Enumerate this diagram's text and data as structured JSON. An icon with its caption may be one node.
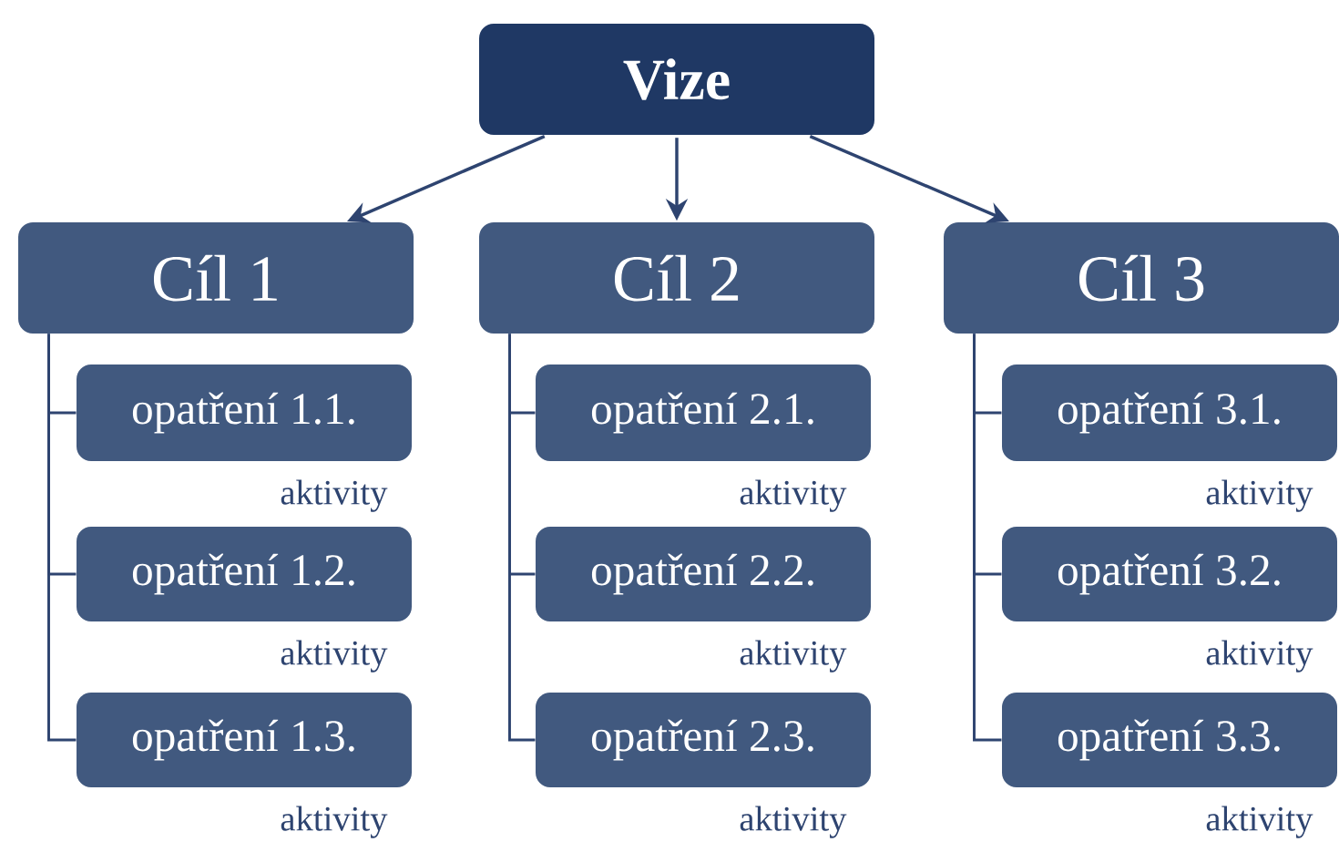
{
  "diagram": {
    "nodes": [
      {
        "text": [
          "Vize"
        ]
      },
      {
        "text": [
          "Cíl 1"
        ]
      },
      {
        "text": [
          "opatření 1.1."
        ],
        "beside": [
          "aktivity"
        ]
      },
      {
        "text": [
          "opatření 1.2."
        ],
        "beside": [
          "aktivity"
        ]
      },
      {
        "text": [
          "opatření 1.3."
        ],
        "beside": [
          "aktivity"
        ]
      },
      {
        "text": [
          "Cíl 2"
        ]
      },
      {
        "text": [
          "opatření 2.1."
        ],
        "beside": [
          "aktivity"
        ]
      },
      {
        "text": [
          "opatření 2.2."
        ],
        "beside": [
          "aktivity"
        ]
      },
      {
        "text": [
          "opatření 2.3."
        ],
        "beside": [
          "aktivity"
        ]
      },
      {
        "text": [
          "Cíl 3"
        ]
      },
      {
        "text": [
          "opatření 3.1."
        ],
        "beside": [
          "aktivity"
        ]
      },
      {
        "text": [
          "opatření 3.2."
        ],
        "beside": [
          "aktivity"
        ]
      },
      {
        "text": [
          "opatření 3.3."
        ],
        "beside": [
          "aktivity"
        ]
      }
    ],
    "edges": [
      {
        "from": 0,
        "to": 1,
        "arrow": "to"
      },
      {
        "from": 0,
        "to": 5,
        "arrow": "to"
      },
      {
        "from": 0,
        "to": 9,
        "arrow": "to"
      },
      {
        "from": 1,
        "to": 2,
        "arrow": "none"
      },
      {
        "from": 1,
        "to": 3,
        "arrow": "none"
      },
      {
        "from": 1,
        "to": 4,
        "arrow": "none"
      },
      {
        "from": 5,
        "to": 6,
        "arrow": "none"
      },
      {
        "from": 5,
        "to": 7,
        "arrow": "none"
      },
      {
        "from": 5,
        "to": 8,
        "arrow": "none"
      },
      {
        "from": 9,
        "to": 10,
        "arrow": "none"
      },
      {
        "from": 9,
        "to": 11,
        "arrow": "none"
      },
      {
        "from": 9,
        "to": 12,
        "arrow": "none"
      }
    ]
  }
}
